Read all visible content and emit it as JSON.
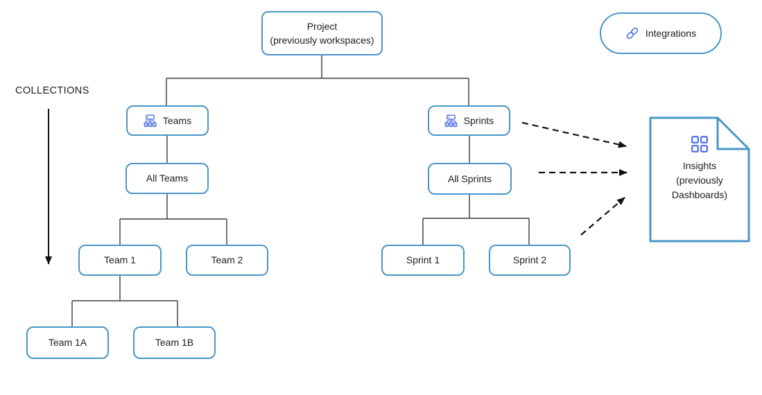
{
  "diagram": {
    "collections_label": "COLLECTIONS",
    "nodes": {
      "project": {
        "line1": "Project",
        "line2": "(previously workspaces)"
      },
      "integrations": {
        "label": "Integrations"
      },
      "teams": {
        "label": "Teams"
      },
      "all_teams": {
        "label": "All Teams"
      },
      "team1": {
        "label": "Team 1"
      },
      "team2": {
        "label": "Team 2"
      },
      "team1a": {
        "label": "Team 1A"
      },
      "team1b": {
        "label": "Team 1B"
      },
      "sprints": {
        "label": "Sprints"
      },
      "all_sprints": {
        "label": "All Sprints"
      },
      "sprint1": {
        "label": "Sprint 1"
      },
      "sprint2": {
        "label": "Sprint 2"
      },
      "insights": {
        "line1": "Insights",
        "line2": "(previously",
        "line3": "Dashboards)"
      }
    },
    "icons": {
      "teams": "org-chart-icon",
      "sprints": "org-chart-icon",
      "integrations": "link-icon",
      "insights": "dashboard-grid-icon"
    },
    "colors": {
      "box_border": "#4796c8",
      "icon_blue": "#5b78e6",
      "text": "#1c1c1c",
      "connector": "#3a3a3a",
      "arrow": "#111111",
      "background": "#ffffff"
    }
  }
}
